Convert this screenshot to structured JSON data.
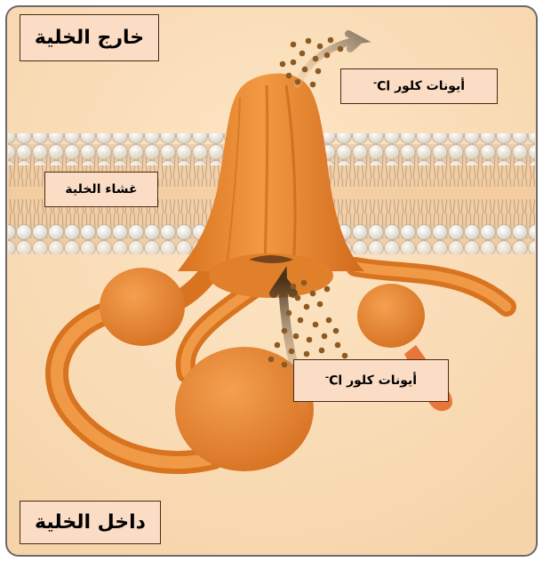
{
  "labels": {
    "outside_cell": "خارج الخلية",
    "inside_cell": "داخل الخلية",
    "cell_membrane": "غشاء الخلية",
    "chloride_top": "أيونات كلور",
    "chloride_bottom": "أيونات كلور",
    "chloride_symbol": "Cl",
    "chloride_charge": "-"
  },
  "colors": {
    "background": "#f8dcb8",
    "membrane_band": "#f2c99a",
    "lipid_head": "#efe8de",
    "protein": "#e88a2e",
    "protein_dark": "#c9661a",
    "ion": "#8a5a24",
    "label_fill": "#fbdcc4",
    "frame": "#5a5a5a"
  }
}
